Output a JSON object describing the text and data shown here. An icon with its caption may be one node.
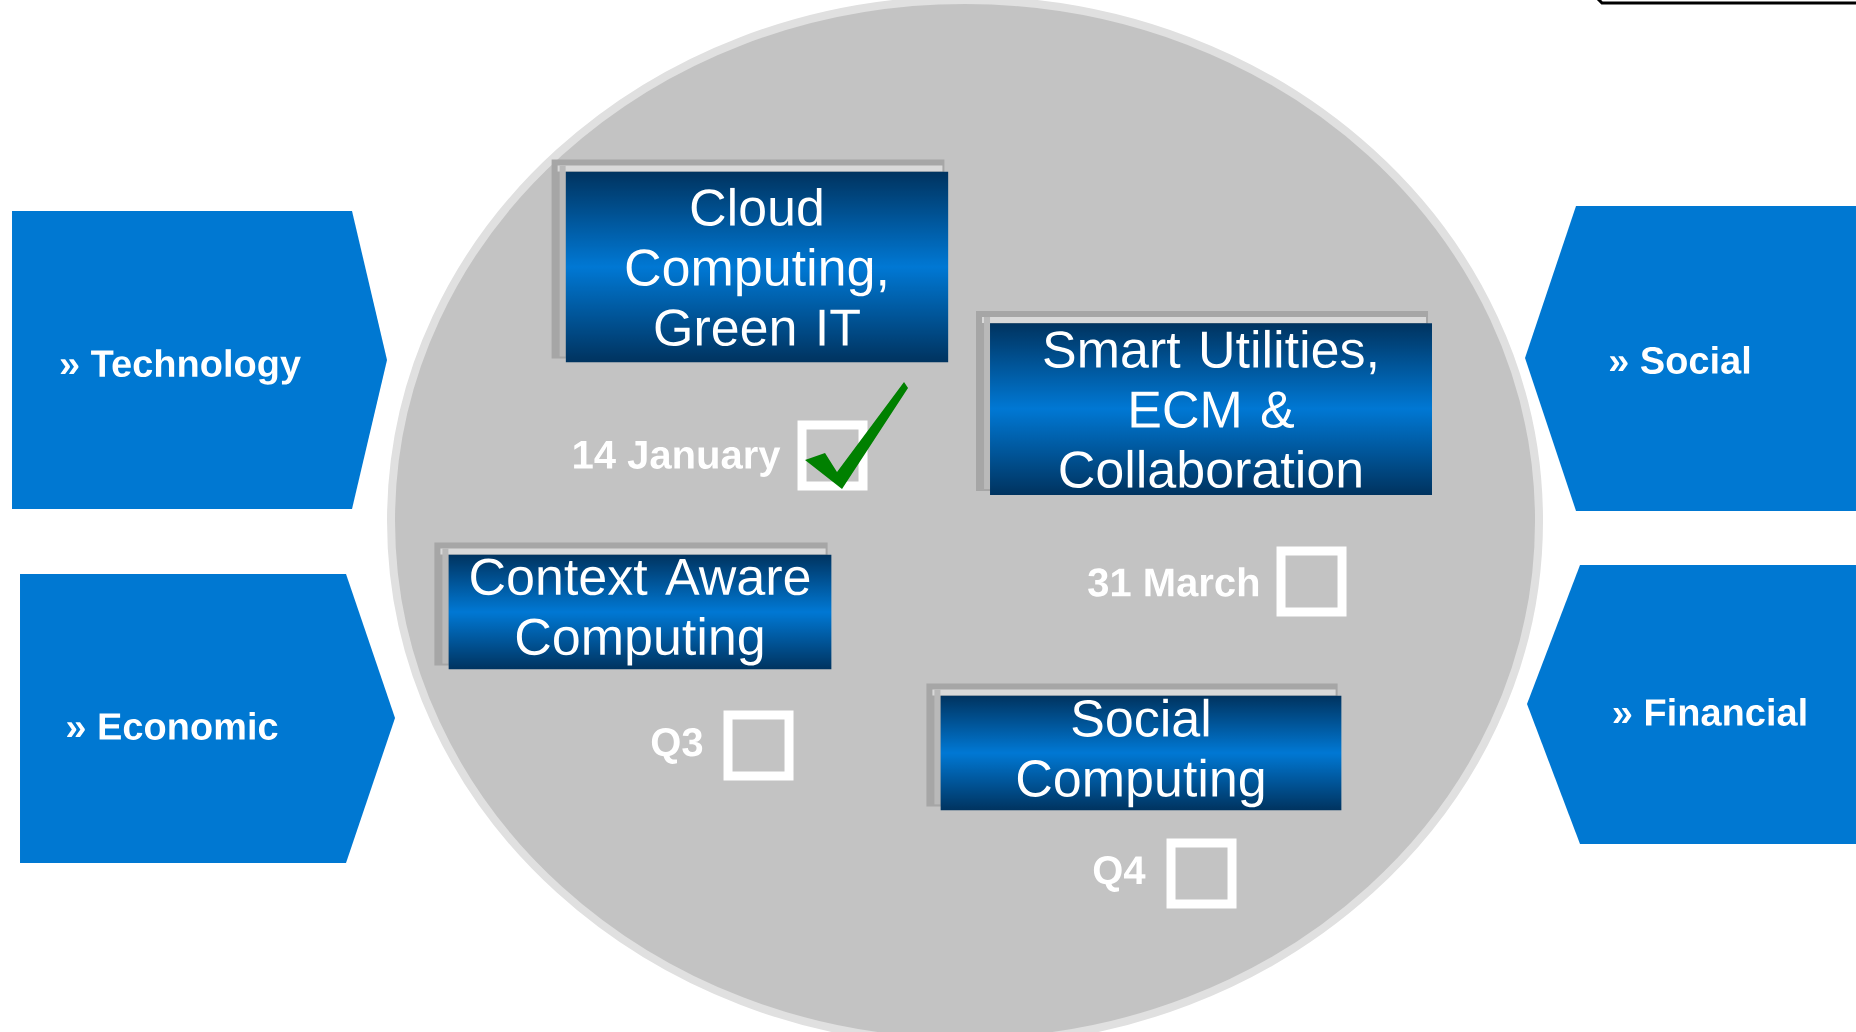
{
  "diagram": {
    "nodes": [
      {
        "text": [],
        "shape": "circle"
      },
      {
        "text": [
          "» Technology"
        ]
      },
      {
        "text": [
          "» Economic"
        ]
      },
      {
        "text": [
          "» Social"
        ]
      },
      {
        "text": [
          "» Financial"
        ]
      },
      {
        "text": [
          "Cloud Computing, Green IT"
        ],
        "in": 0,
        "beside": [
          "14 January"
        ]
      },
      {
        "text": [
          "Smart Utilities, ECM & Collaboration"
        ],
        "in": 0,
        "beside": [
          "31 March"
        ]
      },
      {
        "text": [
          "Context Aware Computing"
        ],
        "in": 0,
        "beside": [
          "Q3"
        ]
      },
      {
        "text": [
          "Social Computing"
        ],
        "in": 0,
        "beside": [
          "Q4"
        ]
      }
    ]
  }
}
